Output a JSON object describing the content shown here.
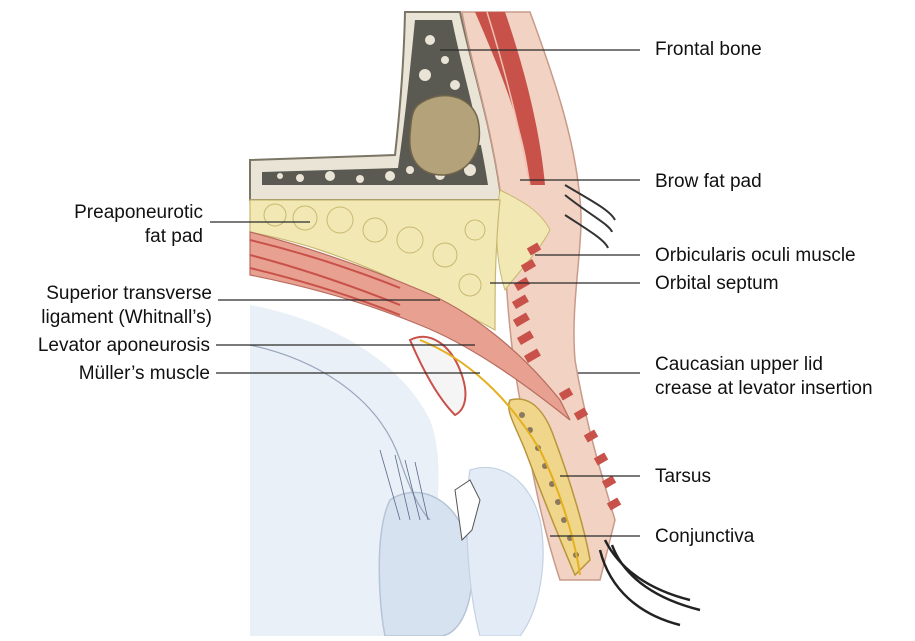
{
  "colors": {
    "bone_outer": "#e9e4d6",
    "bone_cancellous": "#4a4a44",
    "sinus": "#b3a27a",
    "skin": "#f2d2c2",
    "muscle": "#c8514a",
    "fat": "#f1e8b4",
    "globe": "#dbe6f2",
    "leader_line": "#2a2a2a"
  },
  "labels": {
    "frontal_bone": "Frontal bone",
    "brow_fat_pad": "Brow fat pad",
    "preaponeurotic_1": "Preaponeurotic",
    "preaponeurotic_2": "fat pad",
    "orbicularis": "Orbicularis oculi muscle",
    "orbital_septum": "Orbital septum",
    "whitnall_1": "Superior transverse",
    "whitnall_2": "ligament (Whitnall’s)",
    "levator": "Levator aponeurosis",
    "muller": "Müller’s muscle",
    "crease_1": "Caucasian upper lid",
    "crease_2": "crease at levator insertion",
    "tarsus": "Tarsus",
    "conjunctiva": "Conjunctiva"
  }
}
